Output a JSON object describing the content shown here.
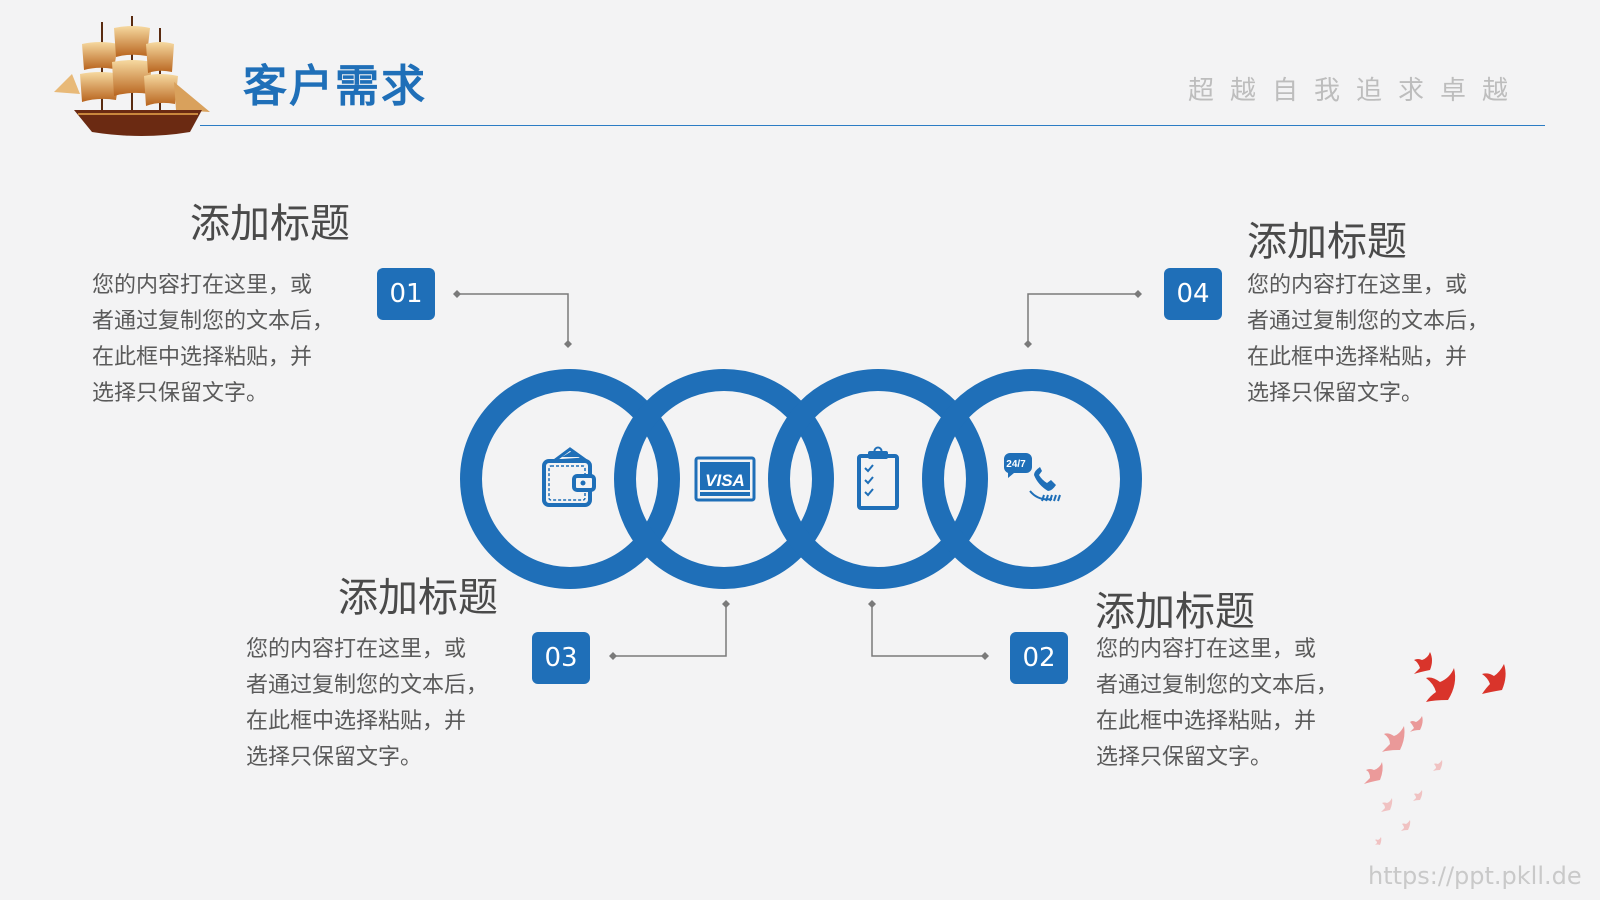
{
  "header": {
    "title": "客户需求",
    "slogan": "超越自我追求卓越",
    "logo_icon": "sailing-ship-icon",
    "accent_color": "#1f6fb8"
  },
  "items": [
    {
      "number": "01",
      "title": "添加标题",
      "body": [
        "您的内容打在这里，或",
        "者通过复制您的文本后，",
        "在此框中选择粘贴，并",
        "选择只保留文字。"
      ],
      "icon": "wallet-icon"
    },
    {
      "number": "02",
      "title": "添加标题",
      "body": [
        "您的内容打在这里，或",
        "者通过复制您的文本后，",
        "在此框中选择粘贴，并",
        "选择只保留文字。"
      ],
      "icon": "clipboard-checklist-icon"
    },
    {
      "number": "03",
      "title": "添加标题",
      "body": [
        "您的内容打在这里，或",
        "者通过复制您的文本后，",
        "在此框中选择粘贴，并",
        "选择只保留文字。"
      ],
      "icon": "visa-card-icon"
    },
    {
      "number": "04",
      "title": "添加标题",
      "body": [
        "您的内容打在这里，或",
        "者通过复制您的文本后，",
        "在此框中选择粘贴，并",
        "选择只保留文字。"
      ],
      "icon": "phone-24-7-icon"
    }
  ],
  "decor": {
    "birds_icon": "flying-birds-icon",
    "bird_color": "#d9342b"
  },
  "watermark": "https://ppt.pkll.de"
}
